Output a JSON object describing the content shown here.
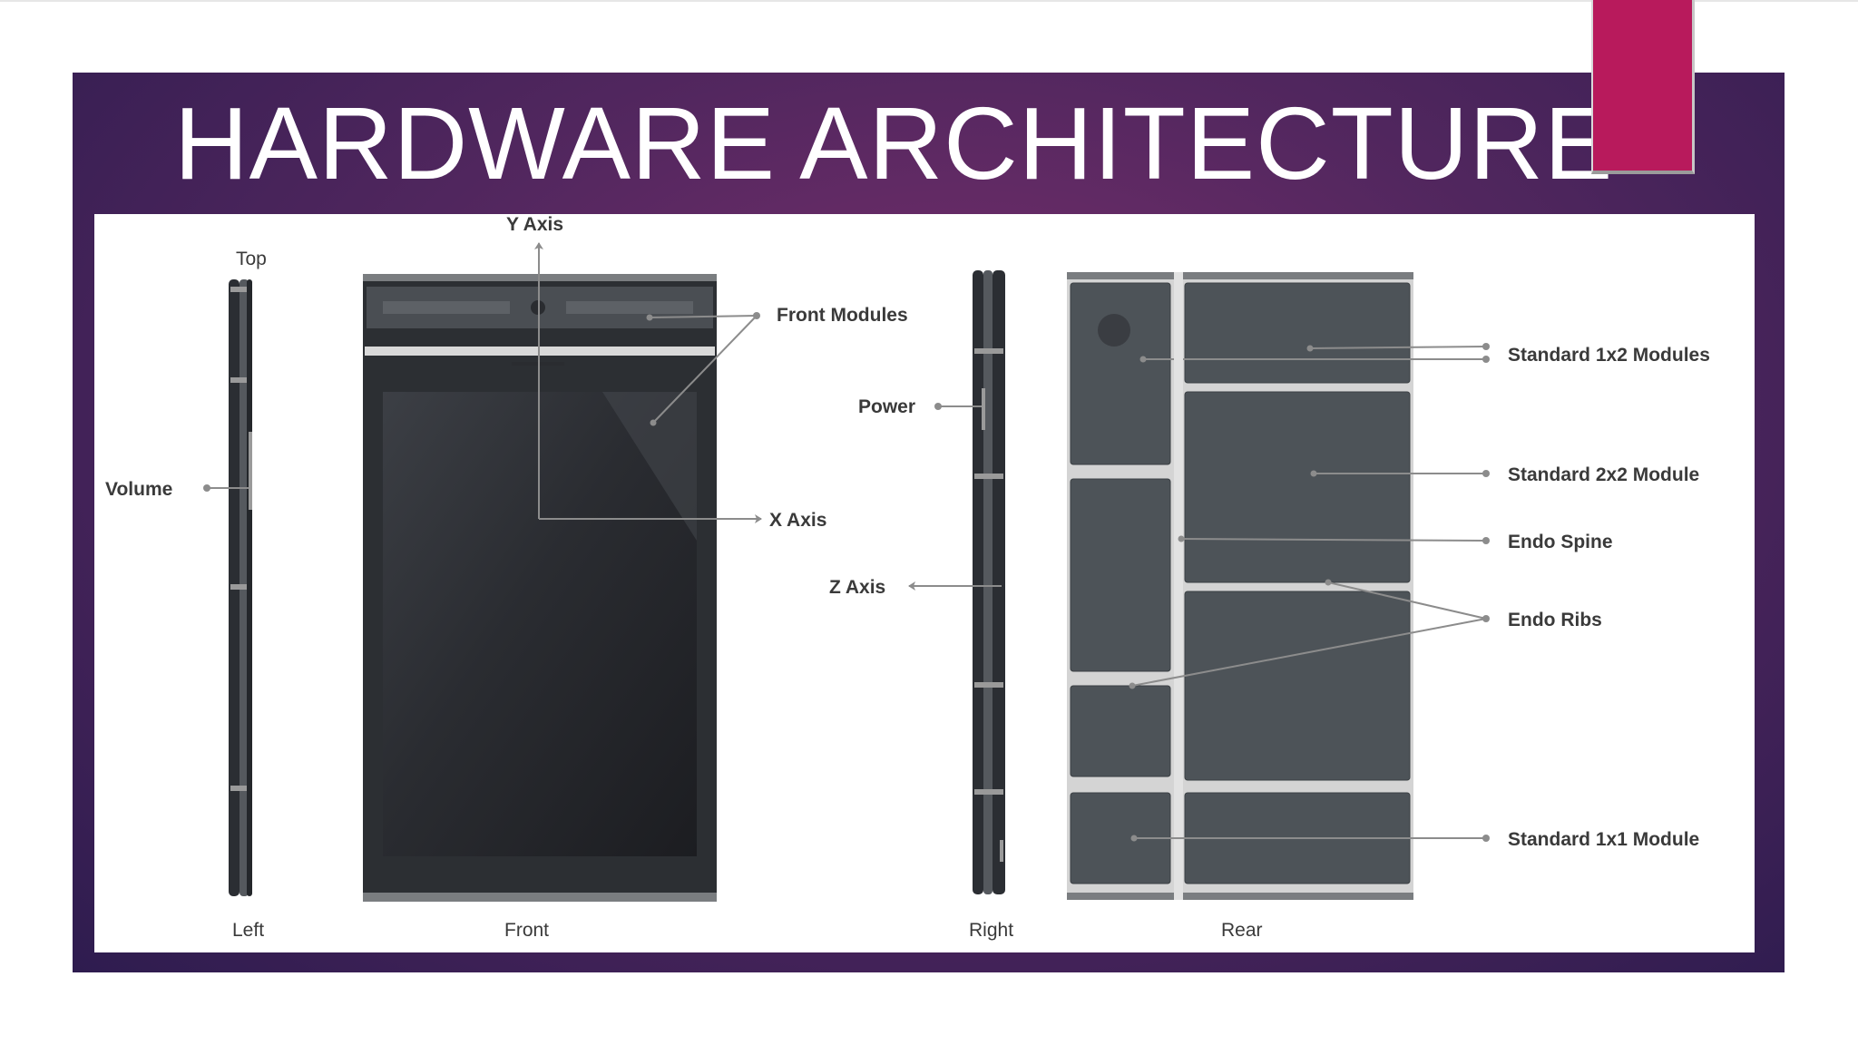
{
  "slide": {
    "title": "HARDWARE ARCHITECTURE",
    "accent_color": "#b81a5c"
  },
  "diagram": {
    "view_captions": {
      "top": "Top",
      "left": "Left",
      "front": "Front",
      "right": "Right",
      "rear": "Rear"
    },
    "callouts": {
      "y_axis": "Y Axis",
      "x_axis": "X Axis",
      "z_axis": "Z Axis",
      "front_modules": "Front Modules",
      "volume": "Volume",
      "power": "Power",
      "standard_1x2": "Standard 1x2 Modules",
      "standard_2x2": "Standard 2x2 Module",
      "endo_spine": "Endo Spine",
      "endo_ribs": "Endo Ribs",
      "standard_1x1": "Standard 1x1 Module"
    }
  }
}
